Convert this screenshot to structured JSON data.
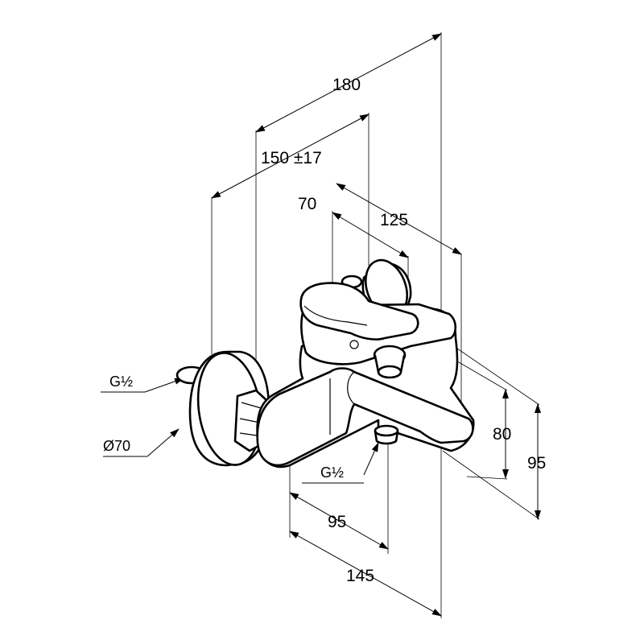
{
  "labels": {
    "overall_depth": "180",
    "wall_to_spout": "150 ±17",
    "handle_depth": "70",
    "lever_depth": "125",
    "height_small": "80",
    "height_large": "95",
    "spout_offset": "95",
    "center_distance": "145",
    "connection_thread": "G½",
    "outlet_thread": "G½",
    "rosette_diameter": "Ø70"
  },
  "colors": {
    "line": "#000000",
    "background": "#ffffff"
  }
}
